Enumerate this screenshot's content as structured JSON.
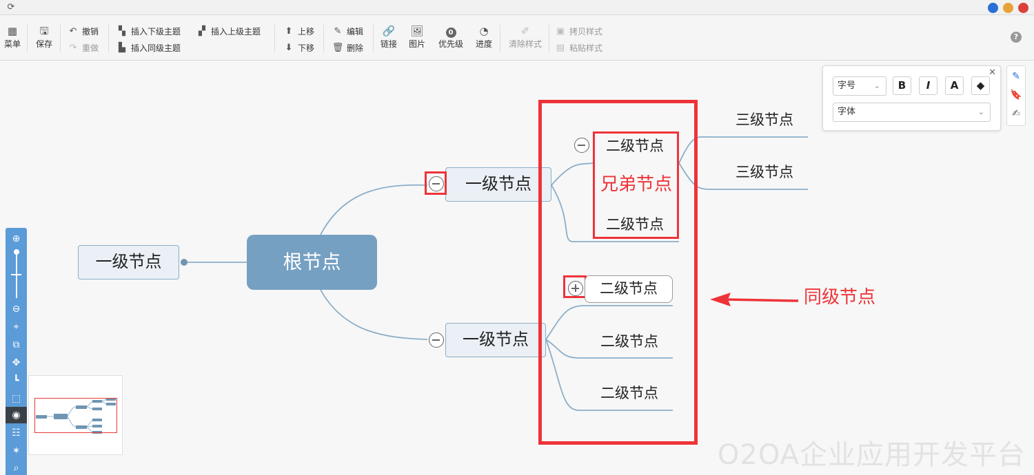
{
  "window": {
    "colors": {
      "blue": "#2a6fd6",
      "orange": "#e8a23a",
      "red": "#d9413a"
    }
  },
  "toolbar": {
    "menu": "菜单",
    "save": "保存",
    "undo": "撤销",
    "redo": "重做",
    "insert_child": "插入下级主题",
    "insert_parent": "插入上级主题",
    "insert_sibling": "插入同级主题",
    "move_up": "上移",
    "move_down": "下移",
    "edit": "编辑",
    "delete": "删除",
    "link": "链接",
    "image": "图片",
    "priority": "优先级",
    "progress": "进度",
    "clear_style": "清除样式",
    "copy_style": "拷贝样式",
    "paste_style": "粘贴样式",
    "priority_glyph": "0"
  },
  "format_panel": {
    "font_size_placeholder": "字号",
    "font_family_placeholder": "字体",
    "bold": "B",
    "italic": "I",
    "font_color": "A"
  },
  "mindmap": {
    "root": "根节点",
    "left_level1": "一级节点",
    "upper_level1": "一级节点",
    "lower_level1": "一级节点",
    "upper_level2": [
      "二级节点",
      "二级节点"
    ],
    "upper_level3": [
      "三级节点",
      "三级节点"
    ],
    "lower_level2": [
      "二级节点",
      "二级节点",
      "二级节点"
    ]
  },
  "annotations": {
    "sibling_label": "兄弟节点",
    "same_level_label": "同级节点",
    "accent_color": "#ee3338"
  },
  "watermark": "O2OA企业应用开发平台"
}
